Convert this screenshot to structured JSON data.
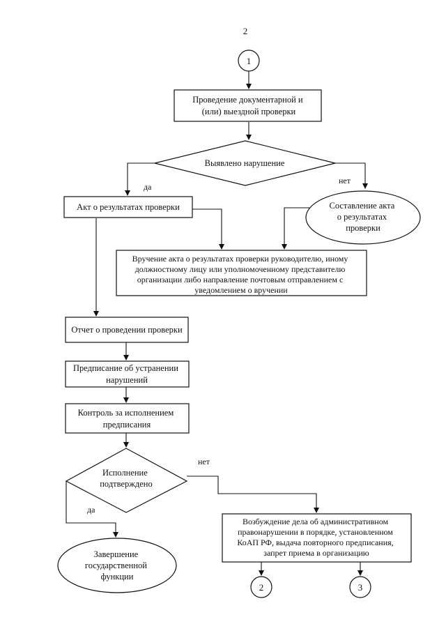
{
  "page_number": "2",
  "connectors": {
    "start": "1",
    "out_a": "2",
    "out_b": "3"
  },
  "nodes": {
    "inspection": [
      "Проведение документарной  и",
      "(или) выездной проверки"
    ],
    "violation_found": "Выявлено нарушение",
    "act_results": "Акт о результатах проверки",
    "compose_act": [
      "Составление акта",
      "о результатах",
      "проверки"
    ],
    "serve_act": [
      "Вручение акта о результатах проверки руководителю, иному",
      "должностному лицу или уполномоченному представителю",
      "организации либо направление почтовым отправлением с",
      "уведомлением о вручении"
    ],
    "report": "Отчет о проведении проверки",
    "order": [
      "Предписание об устранении",
      "нарушений"
    ],
    "control": [
      "Контроль за исполнением",
      "предписания"
    ],
    "confirmed": [
      "Исполнение",
      "подтверждено"
    ],
    "admin_case": [
      "Возбуждение дела об административном",
      "правонарушении в порядке, установленном",
      "КоАП РФ, выдача повторного предписания,",
      "запрет приема в организацию"
    ],
    "completion": [
      "Завершение",
      "государственной",
      "функции"
    ]
  },
  "labels": {
    "yes_1": "да",
    "no_1": "нет",
    "yes_2": "да",
    "no_2": "нет"
  }
}
